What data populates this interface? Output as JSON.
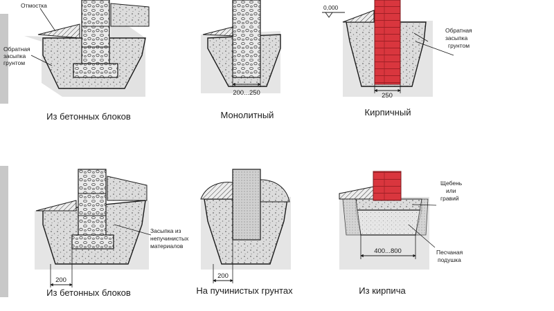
{
  "captions": {
    "p1": "Из бетонных блоков",
    "p2": "Монолитный",
    "p3": "Кирпичный",
    "p4": "Из бетонных блоков",
    "p5": "На пучинистых грунтах",
    "p6": "Из кирпича"
  },
  "labels": {
    "otmostka": "Отмостка",
    "backfill_1": "Обратная",
    "backfill_2": "засыпка",
    "backfill_3": "грунтом",
    "level": "0,000",
    "fill_1": "Засыпка из",
    "fill_2": "непучинистых",
    "fill_3": "материалов",
    "gravel_1": "Щебень",
    "gravel_2": "или",
    "gravel_3": "гравий",
    "sand_1": "Песчаная",
    "sand_2": "подушка"
  },
  "dims": {
    "d_monolith": "200...250",
    "d_brick": "250",
    "d_blocks": "200",
    "d_heave": "200",
    "d_pad": "400...800"
  },
  "colors": {
    "concrete": "#d9d9d9",
    "brick": "#d9363e",
    "line": "#1a1a1a",
    "soil_band": "#c4c4c4",
    "sand": "#e6e6e6"
  }
}
